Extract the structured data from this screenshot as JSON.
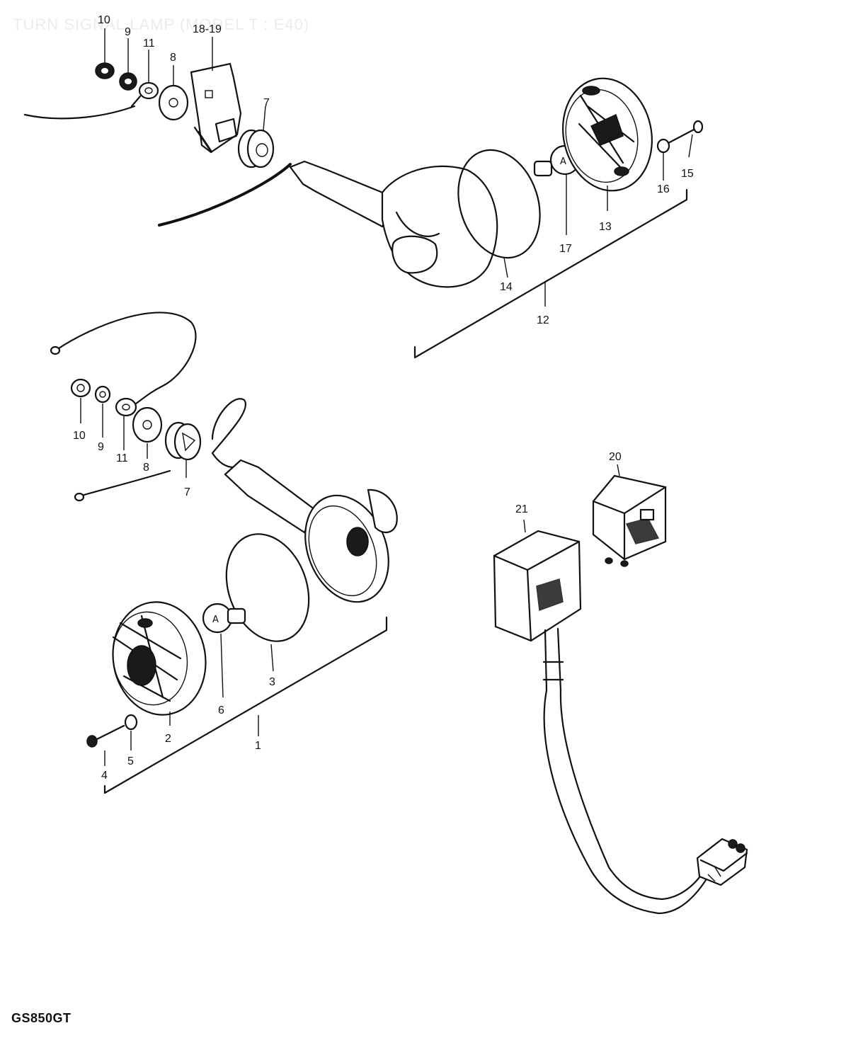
{
  "diagram": {
    "title": "TURN SIGNAL LAMP (MODEL T : E40)",
    "model_code": "GS850GT",
    "callouts": {
      "c10a": "10",
      "c9a": "9",
      "c11a": "11",
      "c8a": "8",
      "c1819": "18-19",
      "c7a": "7",
      "c15": "15",
      "c16": "16",
      "c13": "13",
      "c17": "17",
      "c14": "14",
      "c12": "12",
      "c10b": "10",
      "c9b": "9",
      "c11b": "11",
      "c8b": "8",
      "c7b": "7",
      "c20": "20",
      "c21": "21",
      "c3": "3",
      "c6": "6",
      "c2": "2",
      "c1": "1",
      "c4": "4",
      "c5": "5"
    }
  }
}
